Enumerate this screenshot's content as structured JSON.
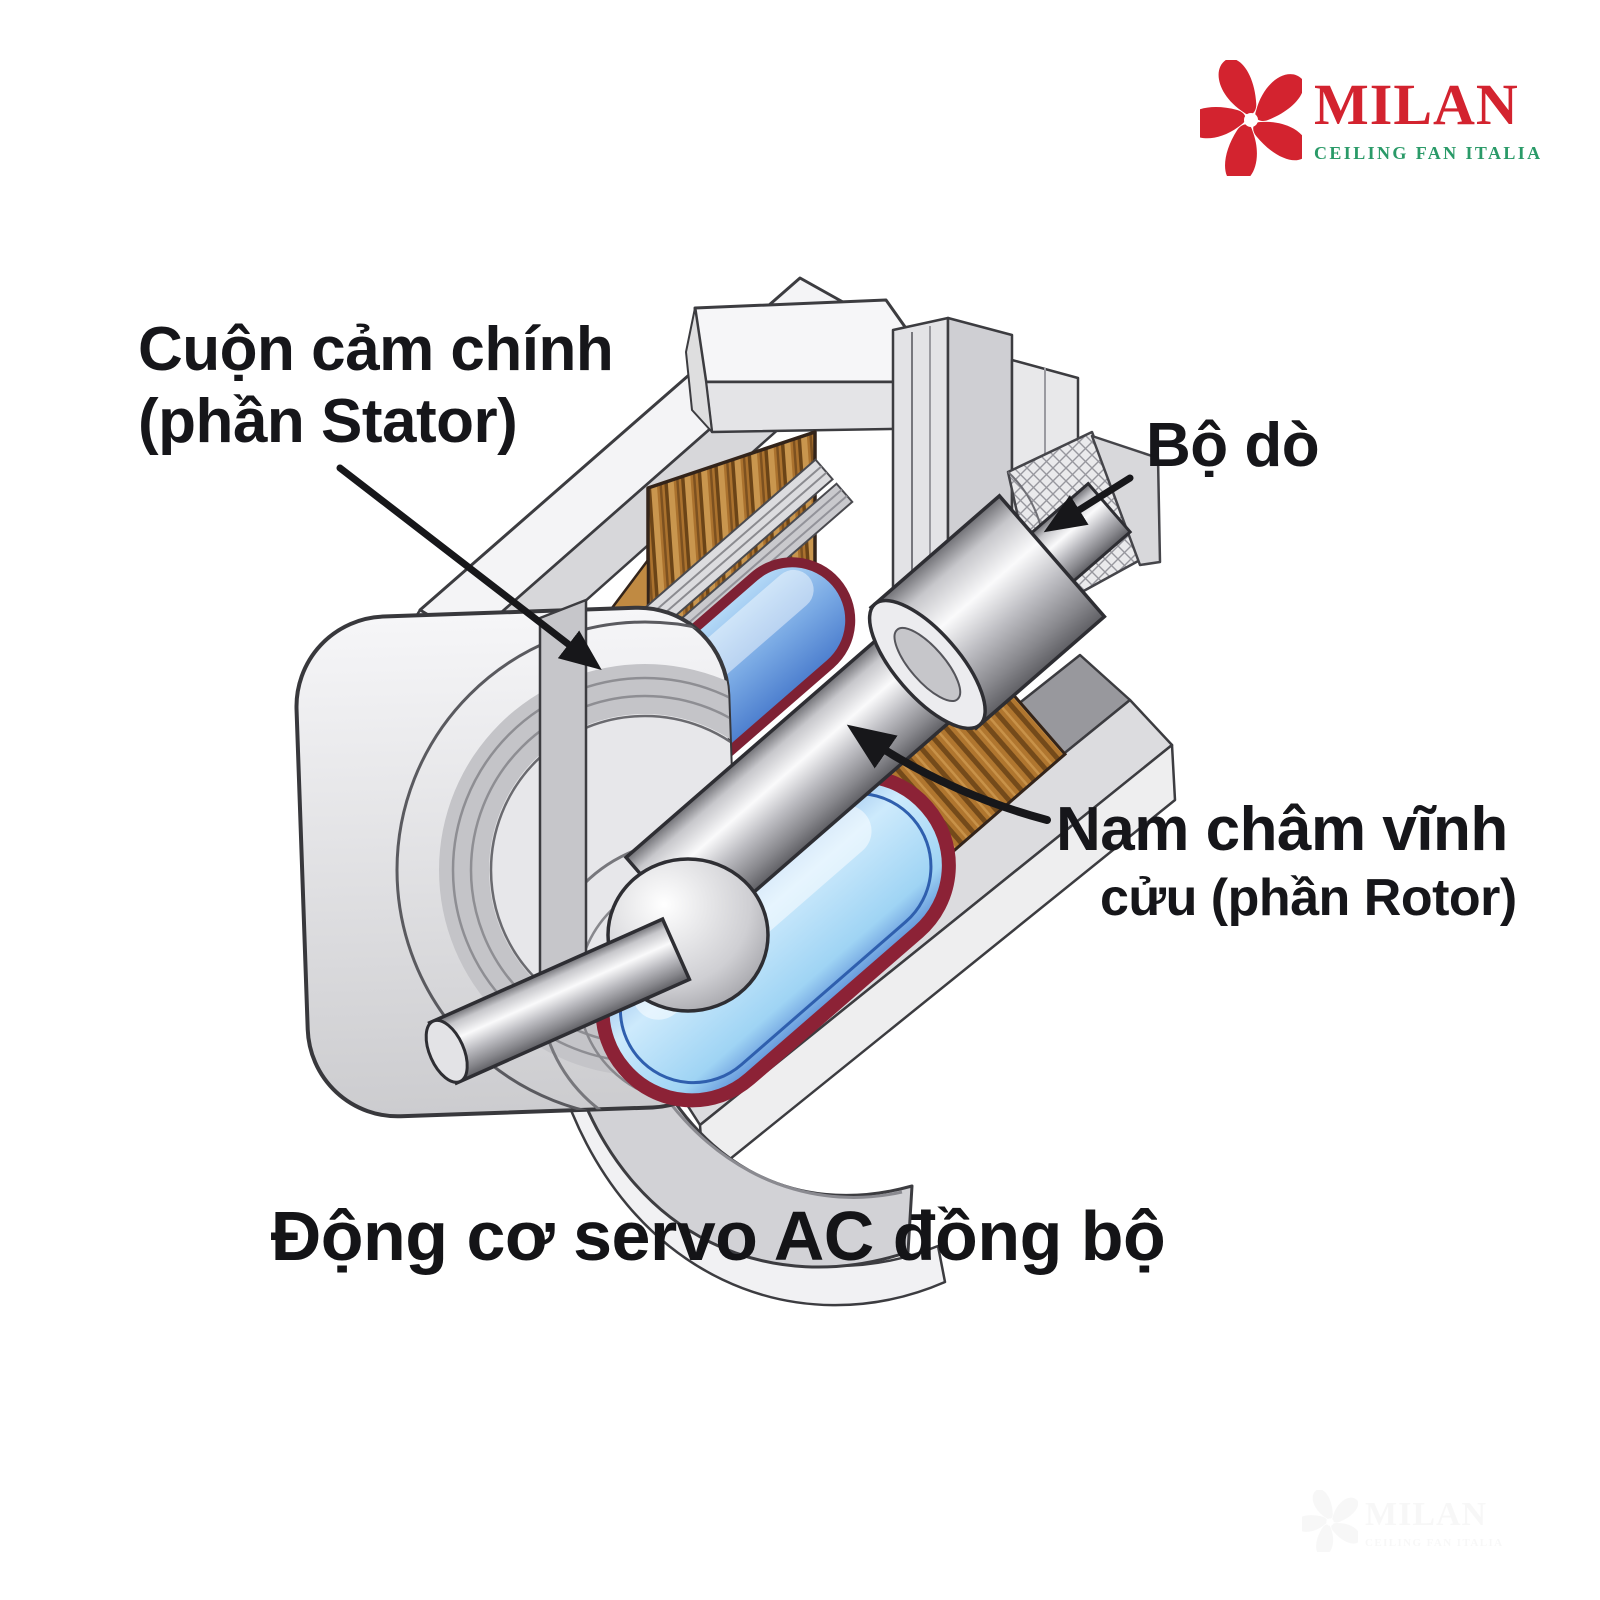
{
  "brand": {
    "name": "MILAN",
    "tagline": "CEILING FAN ITALIA",
    "brand_color": "#d3232f",
    "tagline_color": "#2a9a68",
    "icon": "fan-pinwheel"
  },
  "diagram": {
    "type": "cutaway-illustration",
    "subject": "AC servo motor cross-section",
    "caption": "Động cơ servo AC đồng bộ",
    "labels": {
      "stator": {
        "line1": "Cuộn cảm chính",
        "line2": "(phần Stator)"
      },
      "detector": {
        "text": "Bộ dò"
      },
      "rotor": {
        "line1": "Nam châm vĩnh",
        "line2": "cửu (phần Rotor)"
      }
    },
    "colors": {
      "winding_copper": "#ab722e",
      "magnet_blue_light": "#cdeafc",
      "magnet_blue_deep": "#4a7ccd",
      "sleeve_maroon": "#8c2236",
      "housing_gray": "#d9d9dc",
      "arrow_black": "#17171a",
      "background": "#ffffff"
    }
  }
}
